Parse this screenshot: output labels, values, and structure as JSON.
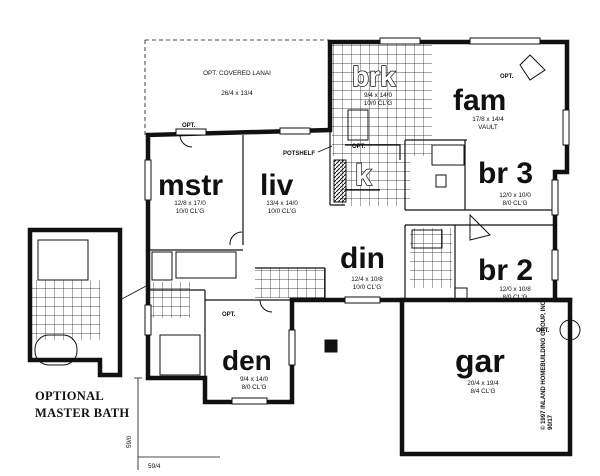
{
  "rooms": {
    "lanai": {
      "name": "OPT. COVERED LANAI",
      "size": "26/4 x 13/4"
    },
    "brk": {
      "name": "brk",
      "size": "9/4 x 14/0",
      "ceiling": "10/0 CL'G"
    },
    "fam": {
      "name": "fam",
      "size": "17/8 x 14/4",
      "ceiling": "VAULT"
    },
    "mstr": {
      "name": "mstr",
      "size": "12/8 x 17/0",
      "ceiling": "10/0 CL'G"
    },
    "liv": {
      "name": "liv",
      "size": "13/4 x 14/0",
      "ceiling": "10/0 CL'G"
    },
    "k": {
      "name": "k"
    },
    "br3": {
      "name": "br 3",
      "size": "12/0 x 10/0",
      "ceiling": "8/0 CL'G"
    },
    "din": {
      "name": "din",
      "size": "12/4 x 10/8",
      "ceiling": "10/0 CL'G"
    },
    "br2": {
      "name": "br 2",
      "size": "12/0 x 10/8",
      "ceiling": "8/0 CL'G"
    },
    "den": {
      "name": "den",
      "size": "9/4 x 14/0",
      "ceiling": "8/0 CL'G"
    },
    "gar": {
      "name": "gar",
      "size": "20/4 x 19/4",
      "ceiling": "8/4 CL'G"
    }
  },
  "labels": {
    "opt": "OPT.",
    "potshelf": "POTSHELF",
    "optional_line1": "OPTIONAL",
    "optional_line2": "MASTER BATH",
    "overall_depth": "59/0",
    "overall_width": "59/4",
    "copyright": "© 1997 INLAND HOMEBUILDING GROUP, INC",
    "plan_code": "90/17"
  }
}
